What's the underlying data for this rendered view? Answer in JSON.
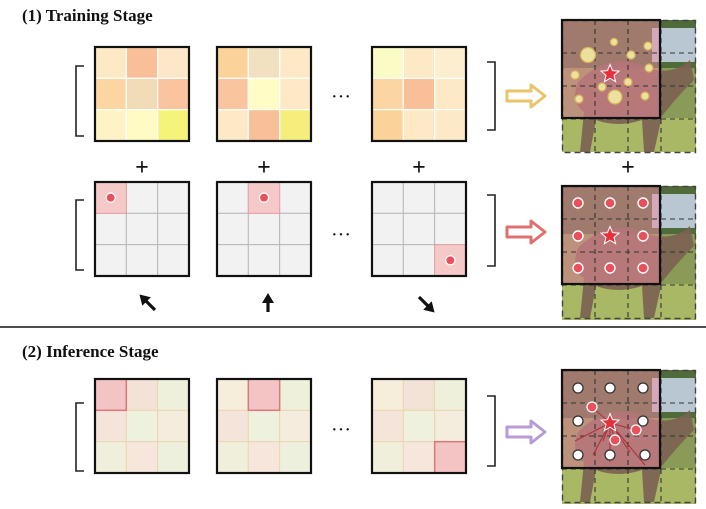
{
  "training": {
    "title": "(1) Training Stage",
    "plus": "+",
    "ellipsis": "···",
    "heatmaps": [
      [
        "#fde9c6",
        "#f8bf98",
        "#fde7c8",
        "#fbd6a3",
        "#f2dcb7",
        "#f9c49e",
        "#fff2c5",
        "#fffbc2",
        "#f5f37a"
      ],
      [
        "#fbd39a",
        "#f2e1c0",
        "#fde9c6",
        "#f9c49e",
        "#fffdc5",
        "#fde9c6",
        "#fde9c6",
        "#f8bf98",
        "#f5ee7d"
      ],
      [
        "#fbfbc6",
        "#fde9c6",
        "#fdeecf",
        "#fbd6a3",
        "#f8bf98",
        "#fde9c6",
        "#fbd39a",
        "#fde9c6",
        "#fde9c6"
      ]
    ],
    "onehot_cells": [
      0,
      1,
      8
    ],
    "arrows": [
      "up-left",
      "up",
      "down-right"
    ]
  },
  "inference": {
    "title": "(2) Inference Stage",
    "ellipsis": "···",
    "selected_cells": [
      0,
      1,
      8
    ]
  },
  "colors": {
    "arrow_training": "#e9c46a",
    "arrow_onehot": "#e07070",
    "arrow_inference": "#b89cd6",
    "point": "#e8505b",
    "star": "#e8303b"
  }
}
